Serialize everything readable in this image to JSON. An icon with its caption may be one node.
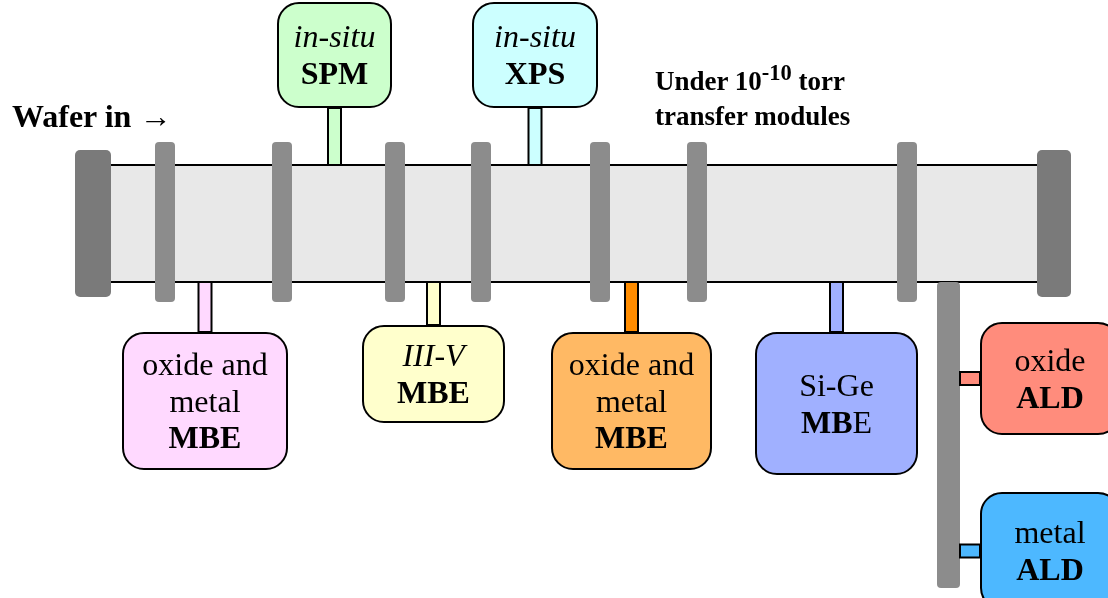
{
  "diagram": {
    "nodes": [
      {
        "text": [],
        "shape": "bar"
      },
      {
        "text": [
          "*in-situ*",
          "**SPM**"
        ]
      },
      {
        "text": [
          "*in-situ*",
          "**XPS**"
        ]
      },
      {
        "text": [
          "oxide and metal",
          "**MBE**"
        ]
      },
      {
        "text": [
          "*III-V*",
          "**MBE**"
        ]
      },
      {
        "text": [
          "oxide and metal",
          "**MBE**"
        ]
      },
      {
        "text": [
          "Si-Ge",
          "**MB**E"
        ]
      },
      {
        "text": [],
        "shape": "bar"
      },
      {
        "text": [
          "oxide",
          "**ALD**"
        ]
      },
      {
        "text": [
          "metal",
          "**ALD**"
        ]
      }
    ],
    "edges": [
      {
        "from": 0,
        "to": 1,
        "arrow": "none",
        "color": "#ccffcc"
      },
      {
        "from": 0,
        "to": 2,
        "arrow": "none",
        "color": "#ccffff"
      },
      {
        "from": 0,
        "to": 3,
        "arrow": "none",
        "color": "#ffd9ff"
      },
      {
        "from": 0,
        "to": 4,
        "arrow": "none",
        "color": "#ffffcc"
      },
      {
        "from": 0,
        "to": 5,
        "arrow": "none",
        "color": "#ff8c00"
      },
      {
        "from": 0,
        "to": 6,
        "arrow": "none",
        "color": "#a0b0ff"
      },
      {
        "from": 7,
        "to": 8,
        "arrow": "none",
        "color": "#ff8c7c"
      },
      {
        "from": 7,
        "to": 9,
        "arrow": "none",
        "color": "#4db8ff"
      }
    ],
    "labels": [
      "Wafer in →",
      "Under 10$^{-10}$ torr transfer modules"
    ]
  }
}
